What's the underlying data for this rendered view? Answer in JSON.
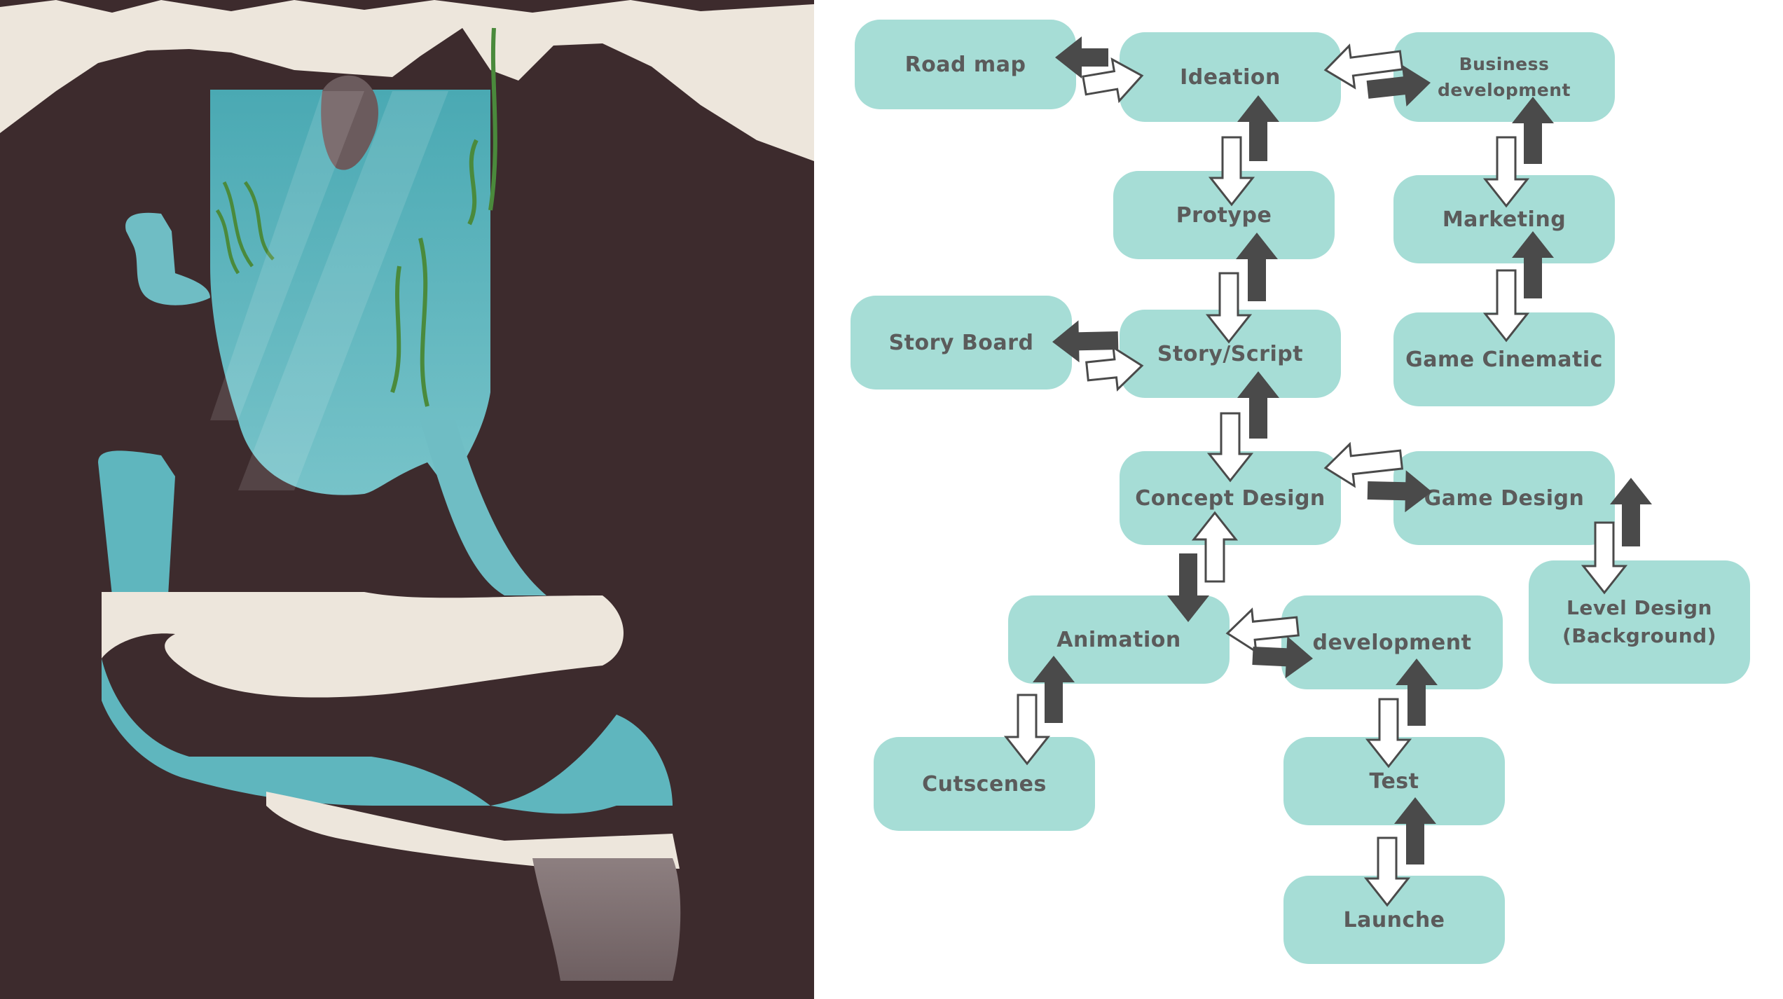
{
  "colors": {
    "node_fill": "#a6ddd6",
    "node_text": "#5b5b5b",
    "arrow_dark": "#4a4a4a",
    "cave_rock": "#3d2b2d",
    "water": "#5fb6be",
    "sand": "#ede6dc"
  },
  "nodes": {
    "road_map": "Road map",
    "ideation": "Ideation",
    "business_development": "Business\ndevelopment",
    "protype": "Protype",
    "marketing": "Marketing",
    "story_board": "Story Board",
    "story_script": "Story/Script",
    "game_cinematic": "Game Cinematic",
    "concept_design": "Concept Design",
    "game_design": "Game Design",
    "level_design": "Level Design\n(Background)",
    "animation": "Animation",
    "development": "development",
    "cutscenes": "Cutscenes",
    "test": "Test",
    "launche": "Launche"
  }
}
